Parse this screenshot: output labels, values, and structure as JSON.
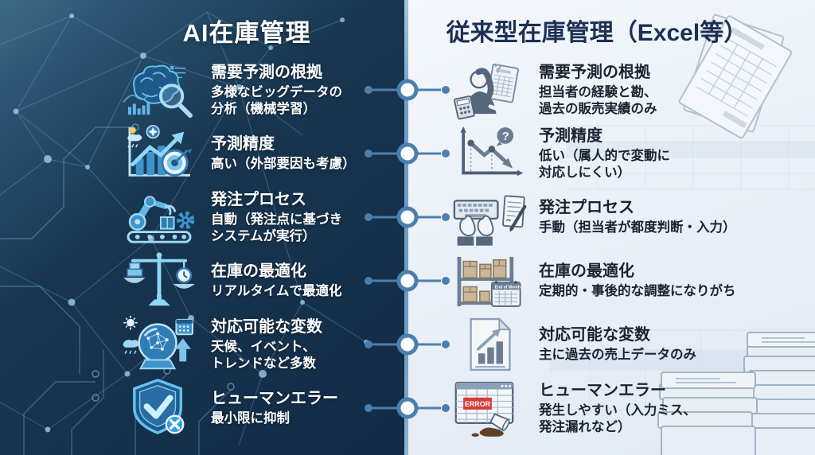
{
  "page": {
    "colors": {
      "left_bg": "#16334f",
      "right_bg": "#edf2f8",
      "accent_blue": "#5fb8e8",
      "connector": "#4d7fad",
      "right_title": "#1d3054",
      "error_red": "#d93a3a"
    }
  },
  "left": {
    "title": "AI在庫管理",
    "rows": [
      {
        "icon": "brain-magnifier-icon",
        "title": "需要予測の根拠",
        "desc": "多様なビッグデータの\n分析（機械学習）"
      },
      {
        "icon": "chart-target-icon",
        "title": "予測精度",
        "desc": "高い（外部要因も考慮）"
      },
      {
        "icon": "robot-arm-icon",
        "title": "発注プロセス",
        "desc": "自動（発注点に基づき\nシステムが実行）"
      },
      {
        "icon": "balance-scale-icon",
        "title": "在庫の最適化",
        "desc": "リアルタイムで最適化"
      },
      {
        "icon": "crystal-ball-icon",
        "title": "対応可能な変数",
        "desc": "天候、イベント、\nトレンドなど多数"
      },
      {
        "icon": "shield-check-icon",
        "title": "ヒューマンエラー",
        "desc": "最小限に抑制"
      }
    ]
  },
  "right": {
    "title": "従来型在庫管理（Excel等）",
    "rows": [
      {
        "icon": "confused-person-icon",
        "title": "需要予測の根拠",
        "desc": "担当者の経験と勘、\n過去の販売実績のみ"
      },
      {
        "icon": "declining-chart-icon",
        "title": "予測精度",
        "desc": "低い（属人的で変動に\n対応しにくい）"
      },
      {
        "icon": "manual-typing-icon",
        "title": "発注プロセス",
        "desc": "手動（担当者が都度判断・入力）"
      },
      {
        "icon": "warehouse-shelf-icon",
        "title": "在庫の最適化",
        "desc": "定期的・事後的な調整になりがち",
        "icon_calendar_label": "End of Month"
      },
      {
        "icon": "sales-report-icon",
        "title": "対応可能な変数",
        "desc": "主に過去の売上データのみ"
      },
      {
        "icon": "spreadsheet-error-icon",
        "title": "ヒューマンエラー",
        "desc": "発生しやすい（入力ミス、\n発注漏れなど）",
        "icon_error_label": "ERROR"
      }
    ]
  }
}
